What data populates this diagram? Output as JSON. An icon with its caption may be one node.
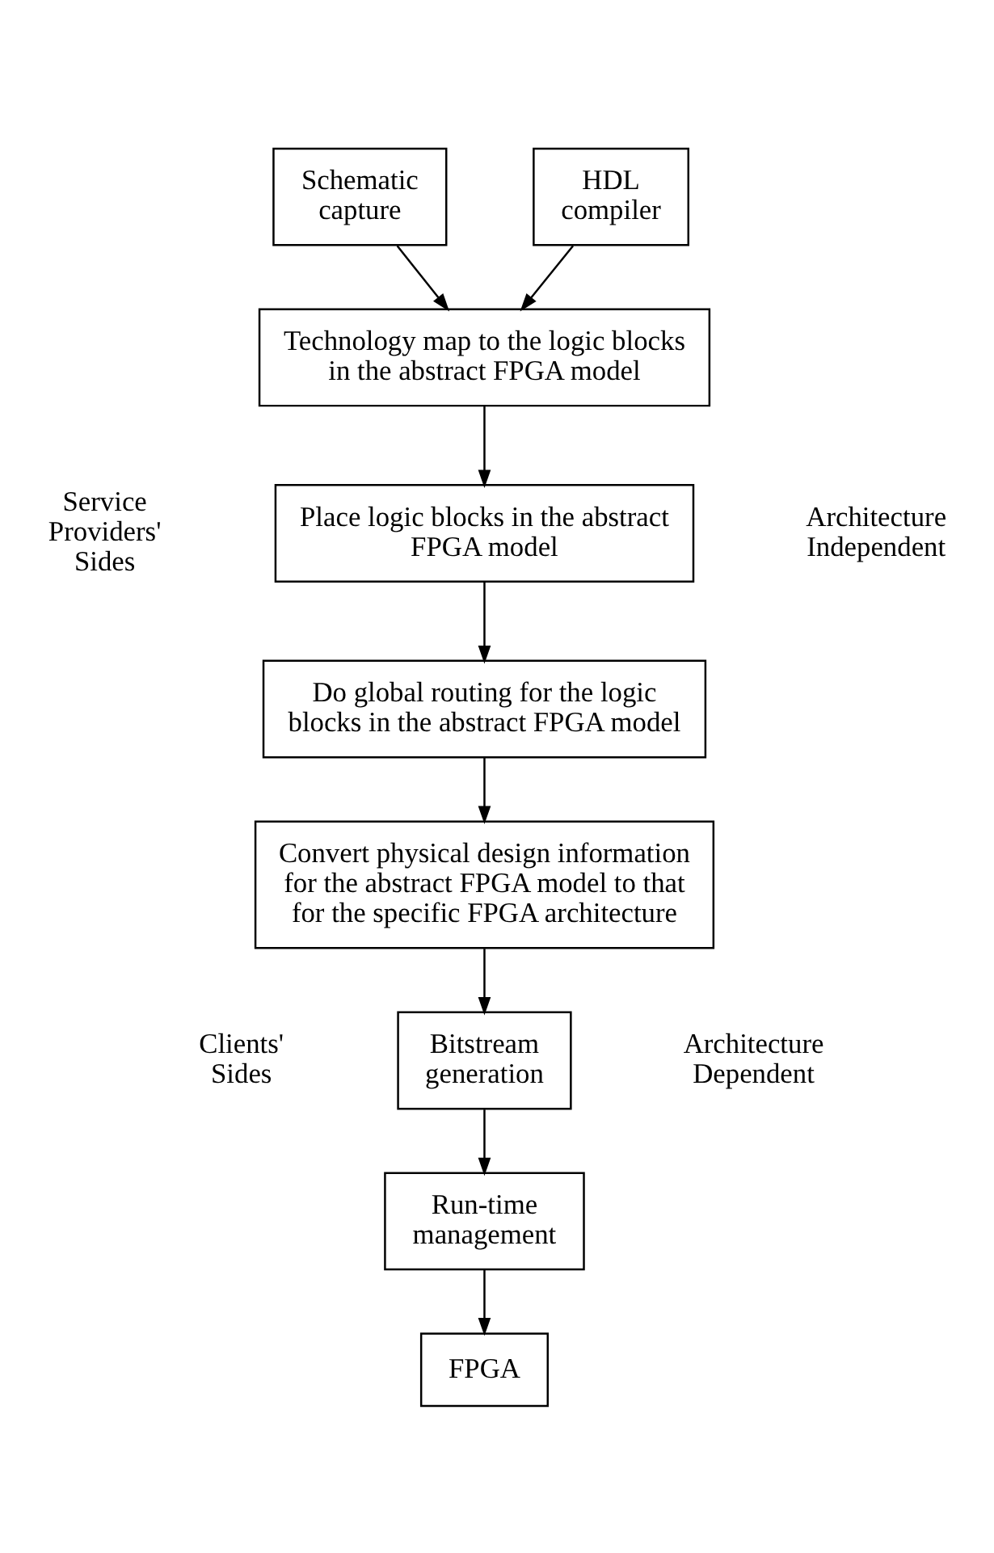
{
  "diagram": {
    "nodes": [
      {
        "text": [
          "Schematic capture"
        ]
      },
      {
        "text": [
          "HDL compiler"
        ]
      },
      {
        "text": [
          "Technology map to the logic blocks in the abstract FPGA model"
        ]
      },
      {
        "text": [
          "Place logic blocks in the abstract FPGA model"
        ]
      },
      {
        "text": [
          "Do global routing for the logic blocks in the abstract FPGA model"
        ]
      },
      {
        "text": [
          "Convert physical design information for the abstract FPGA model to that for the specific FPGA architecture"
        ]
      },
      {
        "text": [
          "Bitstream generation"
        ]
      },
      {
        "text": [
          "Run-time management"
        ]
      },
      {
        "text": [
          "FPGA"
        ]
      }
    ],
    "edges": [
      {
        "from": 0,
        "to": 2,
        "arrow": "to"
      },
      {
        "from": 1,
        "to": 2,
        "arrow": "to"
      },
      {
        "from": 2,
        "to": 3,
        "arrow": "to"
      },
      {
        "from": 3,
        "to": 4,
        "arrow": "to"
      },
      {
        "from": 4,
        "to": 5,
        "arrow": "to"
      },
      {
        "from": 5,
        "to": 6,
        "arrow": "to"
      },
      {
        "from": 6,
        "to": 7,
        "arrow": "to"
      },
      {
        "from": 7,
        "to": 8,
        "arrow": "to"
      }
    ],
    "labels": [
      "Service Providers' Sides",
      "Architecture Independent",
      "Clients' Sides",
      "Architecture Dependent"
    ]
  }
}
